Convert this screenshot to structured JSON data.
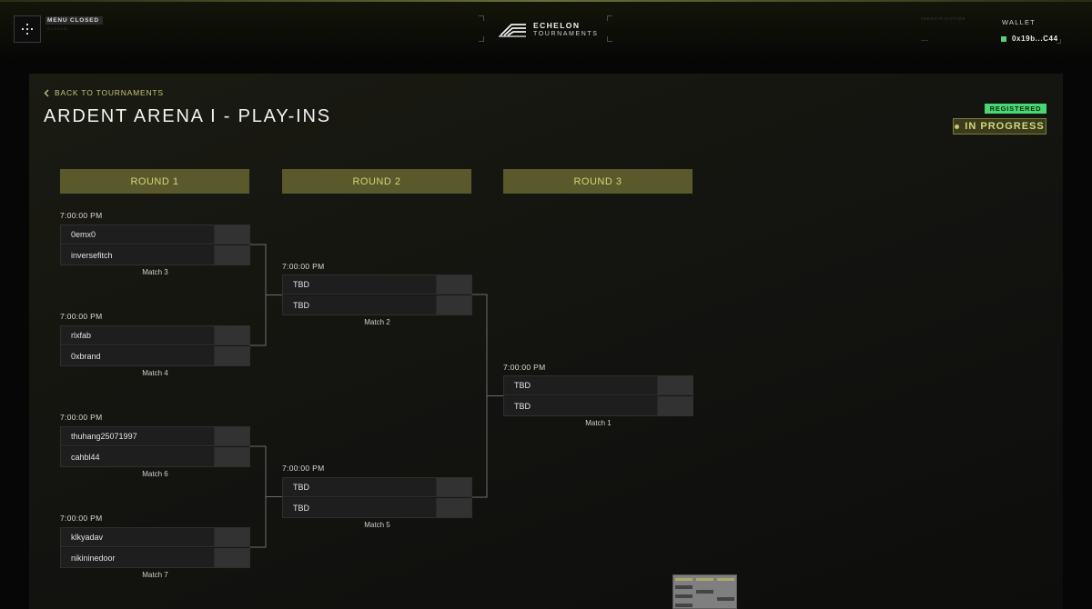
{
  "header": {
    "menu_label": "MENU CLOSED",
    "menu_sub": "CLOSED",
    "logo_title": "ECHELON",
    "logo_sub": "TOURNAMENTS",
    "identification_label": "IDENTIFICATION",
    "wallet_label": "WALLET",
    "wallet_value": "0x19b...C44"
  },
  "page": {
    "back_label": "BACK TO TOURNAMENTS",
    "title": "ARDENT ARENA I - PLAY-INS",
    "badge_registered": "REGISTERED",
    "badge_status": "IN PROGRESS"
  },
  "colors": {
    "accent": "#d4d57c",
    "round_header_bg": "#59592c",
    "registered": "#48d773",
    "wallet_dot": "#5ad07e"
  },
  "rounds": [
    {
      "label": "ROUND 1"
    },
    {
      "label": "ROUND 2"
    },
    {
      "label": "ROUND 3"
    }
  ],
  "matches": [
    {
      "time": "7:00:00 PM",
      "p1": "0emx0",
      "p2": "inversefitch",
      "label": "Match 3"
    },
    {
      "time": "7:00:00 PM",
      "p1": "rlxfab",
      "p2": "0xbrand",
      "label": "Match 4"
    },
    {
      "time": "7:00:00 PM",
      "p1": "thuhang25071997",
      "p2": "cahbl44",
      "label": "Match 6"
    },
    {
      "time": "7:00:00 PM",
      "p1": "klkyadav",
      "p2": "nikininedoor",
      "label": "Match 7"
    },
    {
      "time": "7:00:00 PM",
      "p1": "TBD",
      "p2": "TBD",
      "label": "Match 2"
    },
    {
      "time": "7:00:00 PM",
      "p1": "TBD",
      "p2": "TBD",
      "label": "Match 5"
    },
    {
      "time": "7:00:00 PM",
      "p1": "TBD",
      "p2": "TBD",
      "label": "Match 1"
    }
  ],
  "icons": {
    "menu": "plus-grid-icon",
    "back": "chevron-left-icon",
    "logo": "echelon-logo-icon",
    "status": "dot-icon"
  }
}
